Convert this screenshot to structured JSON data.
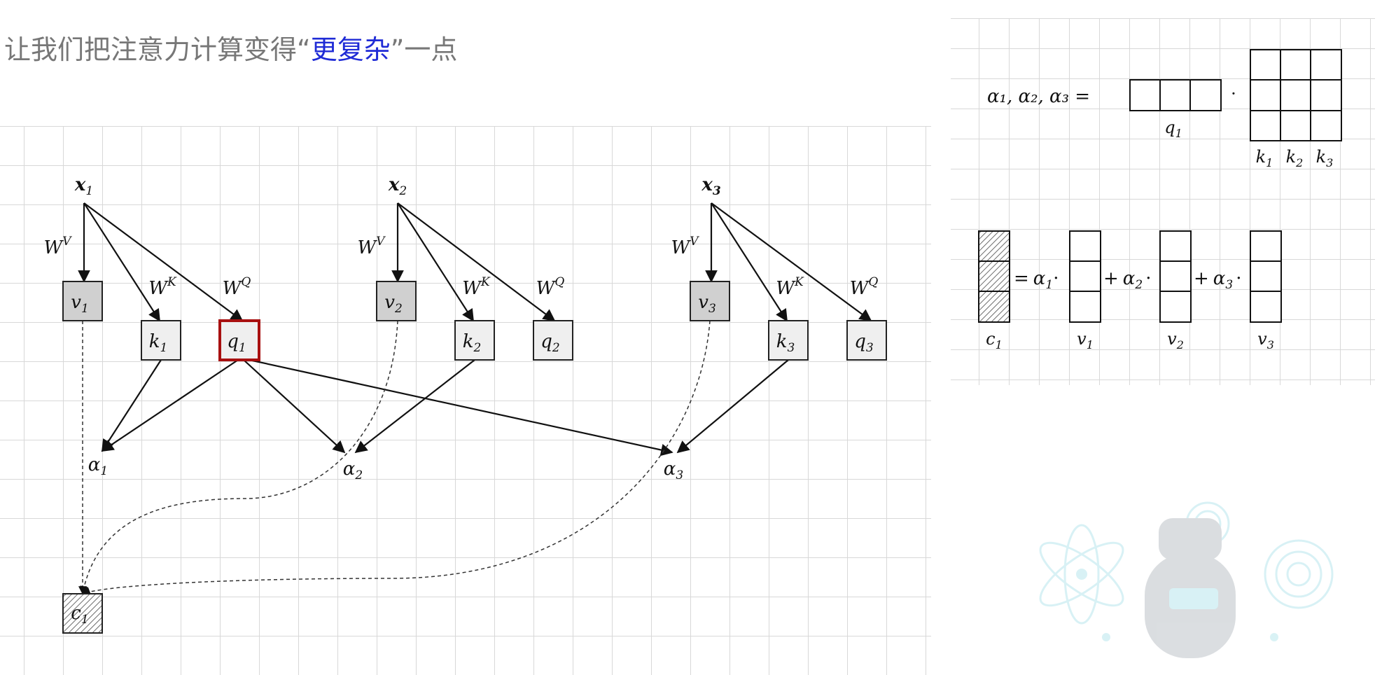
{
  "title": {
    "prefix": "让我们把注意力计算变得“",
    "highlight": "更复杂",
    "suffix": "”一点"
  },
  "colors": {
    "highlight": "#1f2bd6",
    "query_box_border": "#a81010",
    "value_box_fill": "#d0d0d0",
    "box_fill": "#efefef"
  },
  "main_diagram": {
    "inputs": [
      {
        "base": "x",
        "sub": "1"
      },
      {
        "base": "x",
        "sub": "2"
      },
      {
        "base": "x",
        "sub": "3"
      }
    ],
    "weights": {
      "value": {
        "base": "W",
        "sup": "V"
      },
      "key": {
        "base": "W",
        "sup": "K"
      },
      "query": {
        "base": "W",
        "sup": "Q"
      }
    },
    "values": [
      {
        "base": "v",
        "sub": "1"
      },
      {
        "base": "v",
        "sub": "2"
      },
      {
        "base": "v",
        "sub": "3"
      }
    ],
    "keys": [
      {
        "base": "k",
        "sub": "1"
      },
      {
        "base": "k",
        "sub": "2"
      },
      {
        "base": "k",
        "sub": "3"
      }
    ],
    "queries": [
      {
        "base": "q",
        "sub": "1"
      },
      {
        "base": "q",
        "sub": "2"
      },
      {
        "base": "q",
        "sub": "3"
      }
    ],
    "alphas": [
      {
        "base": "α",
        "sub": "1"
      },
      {
        "base": "α",
        "sub": "2"
      },
      {
        "base": "α",
        "sub": "3"
      }
    ],
    "context": {
      "base": "c",
      "sub": "1"
    }
  },
  "score_formula": {
    "lhs": "α₁, α₂, α₃ =",
    "dot": "·",
    "q_label": {
      "base": "q",
      "sub": "1"
    },
    "k_labels": [
      {
        "base": "k",
        "sub": "1"
      },
      {
        "base": "k",
        "sub": "2"
      },
      {
        "base": "k",
        "sub": "3"
      }
    ]
  },
  "context_formula": {
    "eq": "=",
    "plus": "+",
    "dot": "·",
    "coeffs": [
      {
        "base": "α",
        "sub": "1"
      },
      {
        "base": "α",
        "sub": "2"
      },
      {
        "base": "α",
        "sub": "3"
      }
    ],
    "c_label": {
      "base": "c",
      "sub": "1"
    },
    "v_labels": [
      {
        "base": "v",
        "sub": "1"
      },
      {
        "base": "v",
        "sub": "2"
      },
      {
        "base": "v",
        "sub": "3"
      }
    ]
  }
}
